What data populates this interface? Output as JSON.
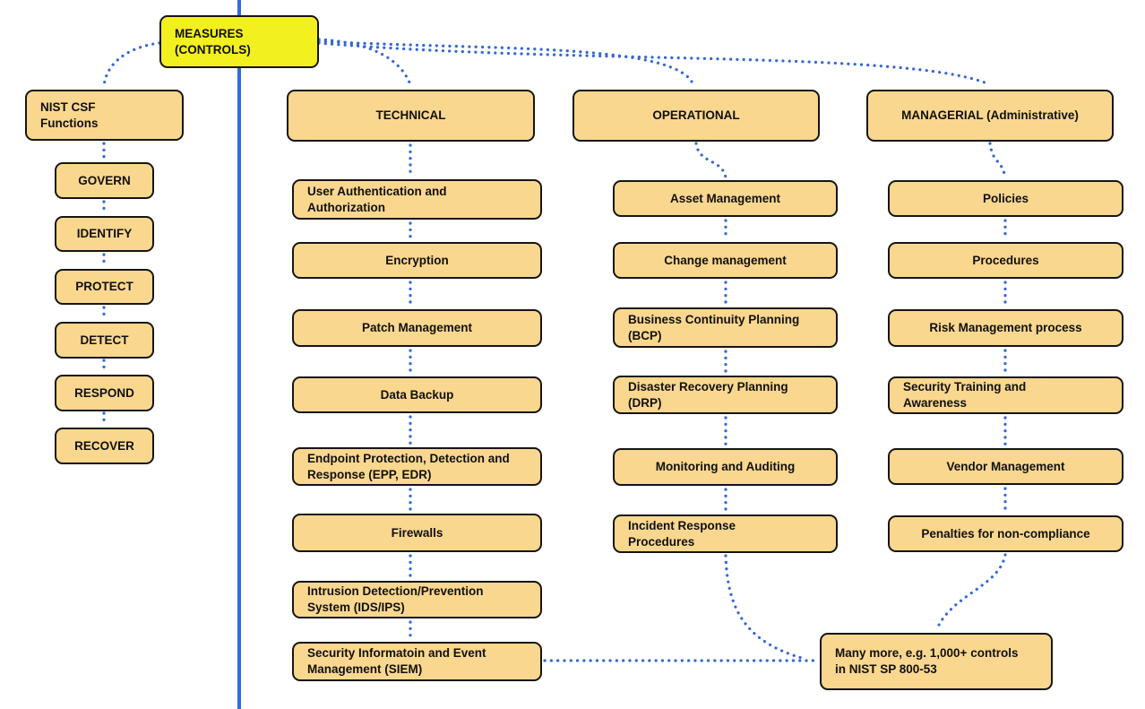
{
  "colors": {
    "node_fill": "#FAD78E",
    "highlight_fill": "#F3F01F",
    "connector_blue": "#3568D4",
    "divider_blue": "#2E6FDB",
    "border": "#151515"
  },
  "root_box": {
    "label": "MEASURES\n(CONTROLS)"
  },
  "nist": {
    "header": "NIST CSF\nFunctions",
    "items": [
      "GOVERN",
      "IDENTIFY",
      "PROTECT",
      "DETECT",
      "RESPOND",
      "RECOVER"
    ]
  },
  "columns": [
    {
      "header": "TECHNICAL",
      "items": [
        "User Authentication and\nAuthorization",
        "Encryption",
        "Patch Management",
        "Data Backup",
        "Endpoint Protection, Detection and\nResponse (EPP, EDR)",
        "Firewalls",
        "Intrusion Detection/Prevention\nSystem (IDS/IPS)",
        "Security Informatoin and Event\nManagement (SIEM)"
      ]
    },
    {
      "header": "OPERATIONAL",
      "items": [
        "Asset Management",
        "Change management",
        "Business Continuity Planning\n(BCP)",
        "Disaster Recovery Planning\n(DRP)",
        "Monitoring and Auditing",
        "Incident Response\nProcedures"
      ]
    },
    {
      "header": "MANAGERIAL (Administrative)",
      "items": [
        "Policies",
        "Procedures",
        "Risk Management process",
        "Security Training and\nAwareness",
        "Vendor Management",
        "Penalties for non-compliance"
      ]
    }
  ],
  "footer_box": {
    "label": "Many more, e.g. 1,000+ controls\nin NIST SP 800-53"
  }
}
